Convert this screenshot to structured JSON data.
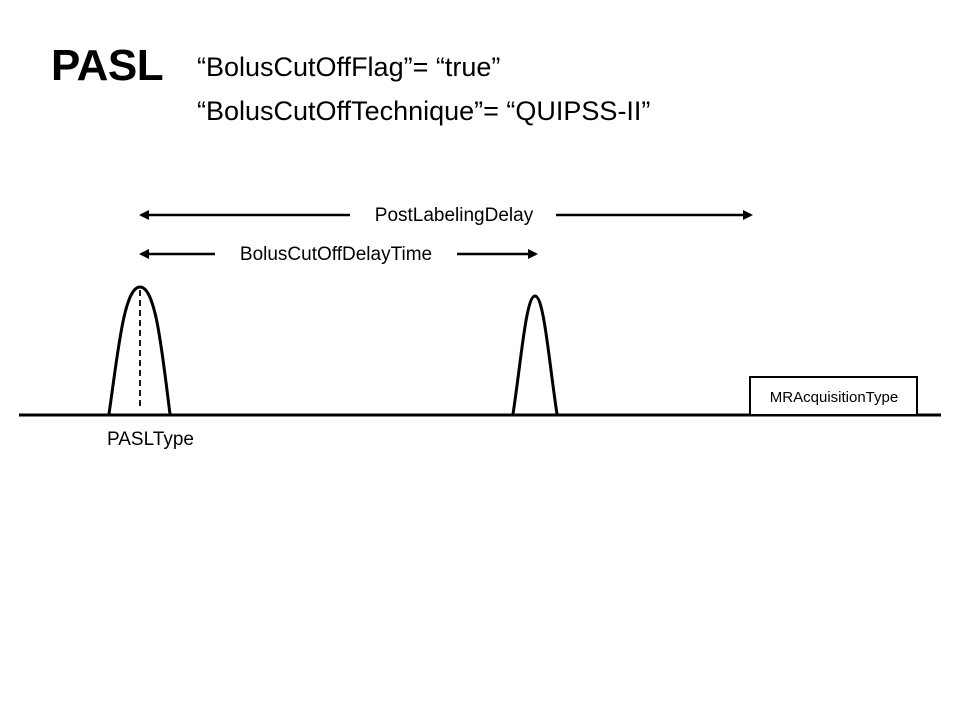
{
  "title": "PASL",
  "parameters": [
    "“BolusCutOffFlag”= “true”",
    "“BolusCutOffTechnique”= “QUIPSS-II”"
  ],
  "labels": {
    "post_labeling_delay": "PostLabelingDelay",
    "bolus_cutoff_delay_time": "BolusCutOffDelayTime",
    "pasl_type": "PASLType",
    "mr_acquisition_type": "MRAcquisitionType"
  },
  "colors": {
    "stroke": "#000000",
    "background": "#ffffff"
  }
}
